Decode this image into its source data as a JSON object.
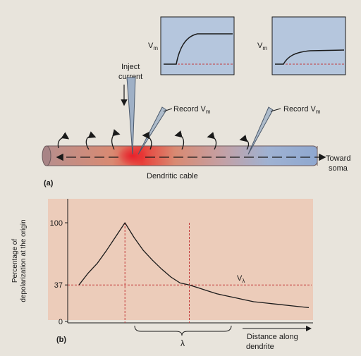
{
  "panel_a": {
    "panel_label": "(a)",
    "inject_label_line1": "Inject",
    "inject_label_line2": "current",
    "record_label_1": "Record V",
    "record_label_2": "Record V",
    "record_subscript": "m",
    "cable_label": "Dendritic cable",
    "toward_line1": "Toward",
    "toward_line2": "soma",
    "inset_ylabel": "V",
    "inset_ylabel_sub": "m"
  },
  "panel_b": {
    "panel_label": "(b)",
    "ylabel_line1": "Percentage of",
    "ylabel_line2": "depolarization at the origin",
    "xlabel_line1": "Distance along",
    "xlabel_line2": "dendrite",
    "lambda_label": "λ",
    "v_lambda_label": "V",
    "v_lambda_sub": "λ"
  },
  "chart_data": {
    "type": "line",
    "y_ticks": [
      "100",
      "37",
      "0"
    ],
    "y_tick_values": [
      100,
      37,
      0
    ],
    "ylim": [
      0,
      100
    ],
    "grid": false,
    "series": [
      {
        "x": [
          0.0,
          0.2,
          0.4,
          0.6,
          0.8,
          1.0,
          1.2,
          1.4,
          1.6,
          1.8,
          2.0,
          2.2,
          2.4,
          2.6,
          2.8,
          3.0,
          3.2,
          3.4,
          3.6,
          3.8,
          4.0,
          4.2,
          4.4,
          4.6,
          4.8,
          5.0
        ],
        "y": [
          37,
          49,
          59,
          72,
          86,
          100,
          85,
          72,
          62,
          53,
          45,
          39,
          37,
          34,
          31,
          28,
          26,
          24,
          22,
          20,
          19,
          18,
          17,
          16,
          15,
          14
        ]
      }
    ],
    "reference_lines": [
      {
        "axis": "y",
        "value": 37,
        "style": "dashed",
        "color": "#c23a3a"
      },
      {
        "axis": "x",
        "value": 1.0,
        "style": "dashed",
        "color": "#c23a3a"
      },
      {
        "axis": "x",
        "value": 2.4,
        "style": "dashed",
        "color": "#c23a3a"
      }
    ]
  },
  "colors": {
    "page_bg": "#e8e4dc",
    "plot_bg": "#ecccba",
    "inset_bg": "#b5c6dd",
    "dashed_red": "#c23a3a",
    "cable_base": "#c9b1b4",
    "cable_hot": "#e8403a",
    "cable_cool": "#8fa8d0"
  }
}
